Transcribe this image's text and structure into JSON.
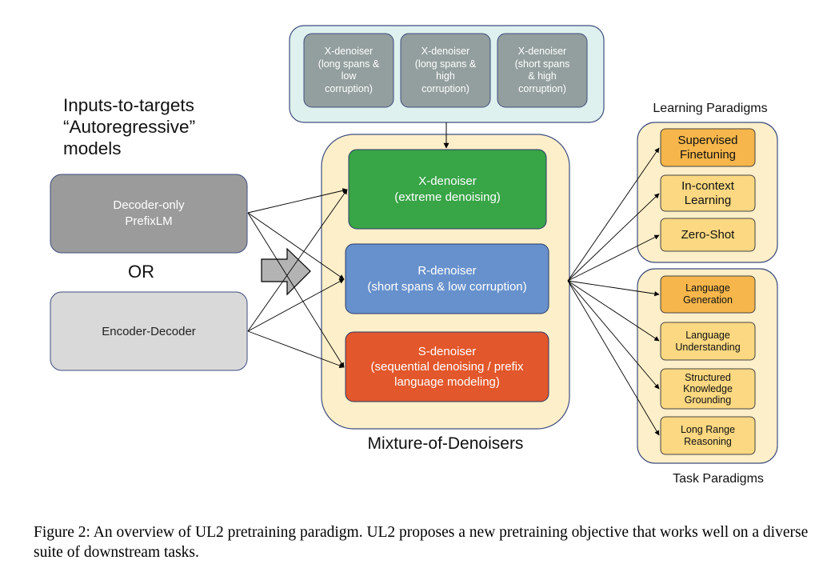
{
  "inputs_title": "Inputs-to-targets\n“Autoregressive”\nmodels",
  "decoder_only": "Decoder-only\nPrefixLM",
  "or_label": "OR",
  "encoder_decoder": "Encoder-Decoder",
  "top_denoisers": [
    "X-denoiser\n(long spans &\nlow\ncorruption)",
    "X-denoiser\n(long spans &\nhigh\ncorruption)",
    "X-denoiser\n(short spans\n& high\ncorruption)"
  ],
  "mixture": {
    "x_denoiser": "X-denoiser\n(extreme denoising)",
    "r_denoiser": "R-denoiser\n(short spans & low corruption)",
    "s_denoiser": "S-denoiser\n(sequential denoising / prefix\nlanguage modeling)",
    "label": "Mixture-of-Denoisers"
  },
  "learning": {
    "title": "Learning Paradigms",
    "items": [
      "Supervised\nFinetuning",
      "In-context\nLearning",
      "Zero-Shot"
    ]
  },
  "task": {
    "title": "Task Paradigms",
    "items": [
      "Language\nGeneration",
      "Language\nUnderstanding",
      "Structured\nKnowledge\nGrounding",
      "Long Range\nReasoning"
    ]
  },
  "caption": "Figure 2: An overview of UL2 pretraining paradigm. UL2 proposes a new pretraining objective that works well on a diverse suite of downstream tasks.",
  "colors": {
    "top_container": "#dff1ee",
    "top_box": "#939f9e",
    "mixture_bg": "#fdefc9",
    "x_green": "#38a547",
    "r_blue": "#6791cc",
    "s_red": "#e2572b",
    "decoder_gray": "#9b9b9b",
    "encoder_gray": "#d9d9d9",
    "paradigm_bg": "#fdefc9",
    "item_orange": "#f6b64b",
    "item_light": "#fbd881",
    "border_navy": "#3e4d7e"
  }
}
